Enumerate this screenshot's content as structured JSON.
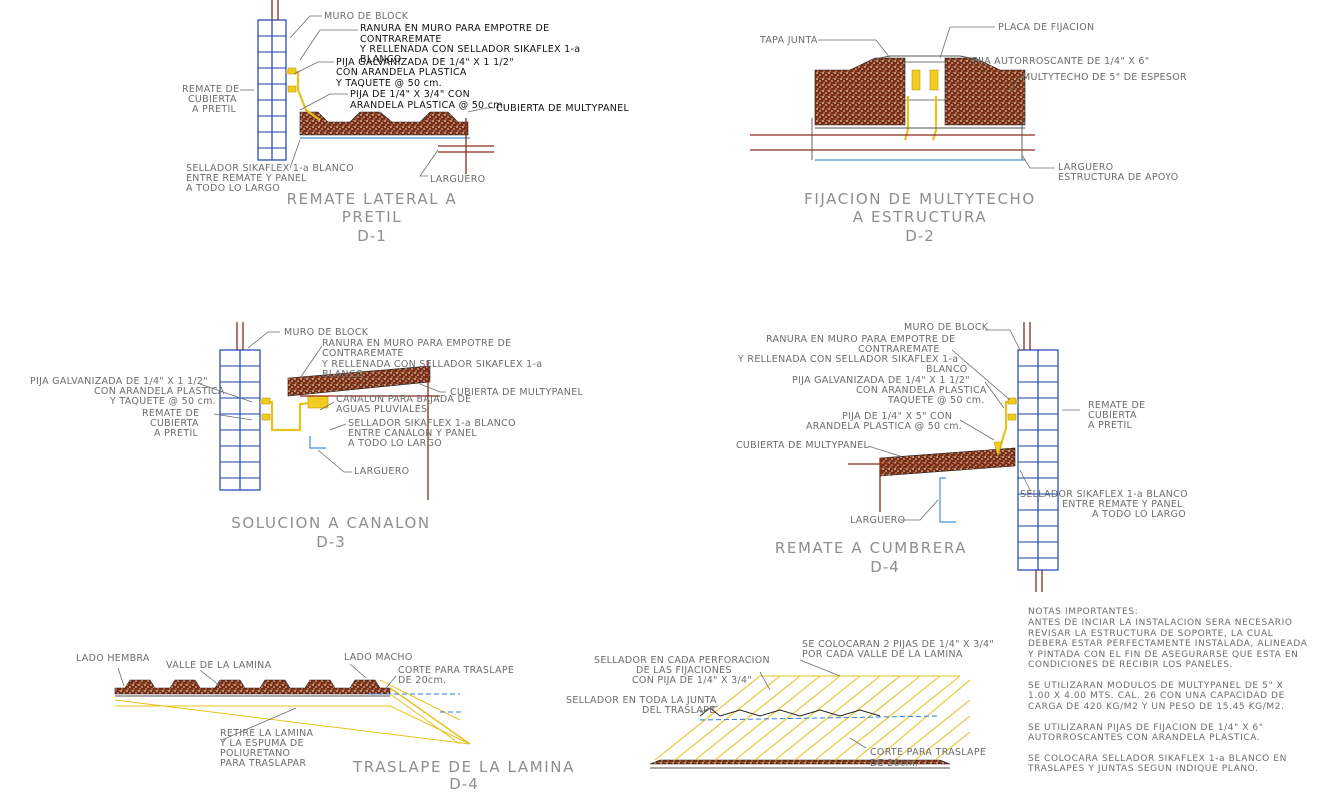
{
  "details": {
    "d1": {
      "title_line1": "REMATE LATERAL A",
      "title_line2": "PRETIL",
      "code": "D-1",
      "labels": {
        "muro": "MURO DE BLOCK",
        "ranura1": "RANURA EN MURO PARA EMPOTRE DE",
        "ranura2": "CONTRAREMATE",
        "ranura3": "Y RELLENADA CON SELLADOR SIKAFLEX 1-a",
        "ranura4": "BLANCO",
        "pija1_1": "PIJA GALVANIZADA DE 1/4\" X 1  1/2\"",
        "pija1_2": "CON ARANDELA PLASTICA",
        "pija1_3": "Y TAQUETE @ 50 cm.",
        "pija2_1": "PIJA DE 1/4\" X 3/4\" CON",
        "pija2_2": "ARANDELA PLASTICA @ 50 cm.",
        "cubierta": "CUBIERTA DE MULTYPANEL",
        "remate1": "REMATE DE",
        "remate2": "CUBIERTA",
        "remate3": "A PRETIL",
        "sell1": "SELLADOR SIKAFLEX 1-a BLANCO",
        "sell2": "ENTRE REMATE Y PANEL",
        "sell3": "A TODO LO LARGO",
        "larguero": "LARGUERO"
      }
    },
    "d2": {
      "title_line1": "FIJACION DE MULTYTECHO",
      "title_line2": "A ESTRUCTURA",
      "code": "D-2",
      "labels": {
        "tapa": "TAPA JUNTA",
        "placa": "PLACA DE FIJACION",
        "pija": "PIJA AUTORROSCANTE DE 1/4\" X 6\"",
        "multy": "MULTYTECHO DE 5\" DE ESPESOR",
        "larg1": "LARGUERO",
        "larg2": "ESTRUCTURA DE APOYO"
      }
    },
    "d3": {
      "title_line1": "SOLUCION A CANALON",
      "code": "D-3",
      "labels": {
        "muro": "MURO DE BLOCK",
        "ranura1": "RANURA EN MURO PARA EMPOTRE DE",
        "ranura2": "CONTRAREMATE",
        "ranura3": "Y RELLENADA CON SELLADOR SIKAFLEX 1-a",
        "ranura4": "BLANCO",
        "pija1": "PIJA GALVANIZADA DE 1/4\" X 1  1/2\"",
        "pija2": "CON ARANDELA PLASTICA",
        "pija3": "Y TAQUETE @ 50 cm.",
        "remate1": "REMATE DE",
        "remate2": "CUBIERTA",
        "remate3": "A PRETIL",
        "cubierta": "CUBIERTA DE MULTYPANEL",
        "canalon1": "CANALON PARA BAJADA DE",
        "canalon2": "AGUAS PLUVIALES",
        "sell1": "SELLADOR SIKAFLEX 1-a BLANCO",
        "sell2": "ENTRE CANALON Y PANEL",
        "sell3": "A TODO LO LARGO",
        "larguero": "LARGUERO"
      }
    },
    "d4": {
      "title_line1": "REMATE A CUMBRERA",
      "code": "D-4",
      "labels": {
        "muro": "MURO DE BLOCK",
        "ranura1": "RANURA EN MURO PARA EMPOTRE DE",
        "ranura2": "CONTRAREMATE",
        "ranura3": "Y RELLENADA CON SELLADOR SIKAFLEX 1-a",
        "ranura4": "BLANCO",
        "pija1": "PIJA GALVANIZADA DE 1/4\" X 1  1/2\"",
        "pija2": "CON ARANDELA PLASTICA",
        "pija3": "TAQUETE @ 50 cm.",
        "pija4": "PIJA DE 1/4\" X 5\" CON",
        "pija5": "ARANDELA PLASTICA @ 50 cm.",
        "cubierta": "CUBIERTA DE MULTYPANEL",
        "remate1": "REMATE DE",
        "remate2": "CUBIERTA",
        "remate3": "A PRETIL",
        "sell1": "SELLADOR SIKAFLEX 1-a BLANCO",
        "sell2": "ENTRE REMATE Y PANEL",
        "sell3": "A TODO LO LARGO",
        "larguero": "LARGUERO"
      }
    },
    "d5": {
      "title_line1": "TRASLAPE DE LA LAMINA",
      "code": "D-4",
      "labels": {
        "hembra": "LADO HEMBRA",
        "valle": "VALLE DE LA LAMINA",
        "macho": "LADO MACHO",
        "corte1": "CORTE PARA TRASLAPE",
        "corte2": "DE  20cm.",
        "retire1": "RETIRE LA LAMINA",
        "retire2": "Y LA ESPUMA DE",
        "retire3": "POLIURETANO",
        "retire4": "PARA TRASLAPAR"
      }
    },
    "d6": {
      "labels": {
        "sell_perf1": "SELLADOR EN CADA PERFORACION",
        "sell_perf2": "DE LAS FIJACIONES",
        "sell_perf3": "CON PIJA DE 1/4\" X 3/4\"",
        "colocaran1": "SE COLOCARAN 2 PIJAS DE 1/4\" X 3/4\"",
        "colocaran2": "POR CADA VALLE DE LA LAMINA",
        "sell_junta1": "SELLADOR EN TODA LA JUNTA",
        "sell_junta2": "DEL TRASLAPE",
        "corte1": "CORTE PARA TRASLAPE",
        "corte2": "DE  20cm."
      }
    }
  },
  "notes": {
    "heading": "NOTAS IMPORTANTES:",
    "lines": [
      "ANTES DE INCIAR LA INSTALACION SERA NECESARIO",
      "REVISAR LA ESTRUCTURA DE SOPORTE, LA CUAL",
      "DEBERA ESTAR PERFECTAMENTE INSTALADA, ALINEADA",
      "Y PINTADA CON EL FIN DE ASEGURARSE QUE ESTA EN",
      "CONDICIONES DE RECIBIR LOS PANELES.",
      "",
      "SE UTILIZARAN MODULOS DE MULTYPANEL DE 5\" X",
      "1.00 X 4.00 MTS. CAL. 26 CON UNA CAPACIDAD DE",
      "CARGA DE 420 KG/M2 Y UN PESO DE 15.45 KG/M2.",
      "",
      "SE UTILIZARAN PIJAS DE FIJACION DE 1/4\" X 6\"",
      "AUTORROSCANTES CON ARANDELA PLASTICA.",
      "",
      "SE COLOCARA SELLADOR SIKAFLEX 1-a BLANCO EN",
      "TRASLAPES Y JUNTAS SEGUN INDIQUE PLANO."
    ]
  },
  "colors": {
    "block": "#1a3fb0",
    "foam": "#8a3a1e",
    "fastener": "#f2cc20",
    "structure": "#8a2a1a",
    "leader": "#6c6c6c"
  }
}
